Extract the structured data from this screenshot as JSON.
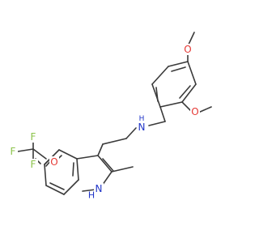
{
  "atoms": {
    "o_top": "O",
    "o_side": "O",
    "o_cf3": "O",
    "n_amine": "N",
    "h_amine": "H",
    "f1": "F",
    "f2": "F",
    "f3": "F",
    "n_indole": "N",
    "h_indole": "H"
  },
  "colors": {
    "bond": "#3a3a3a",
    "oxygen": "#e53935",
    "fluorine": "#8bc34a",
    "nitrogen": "#2035c8"
  }
}
